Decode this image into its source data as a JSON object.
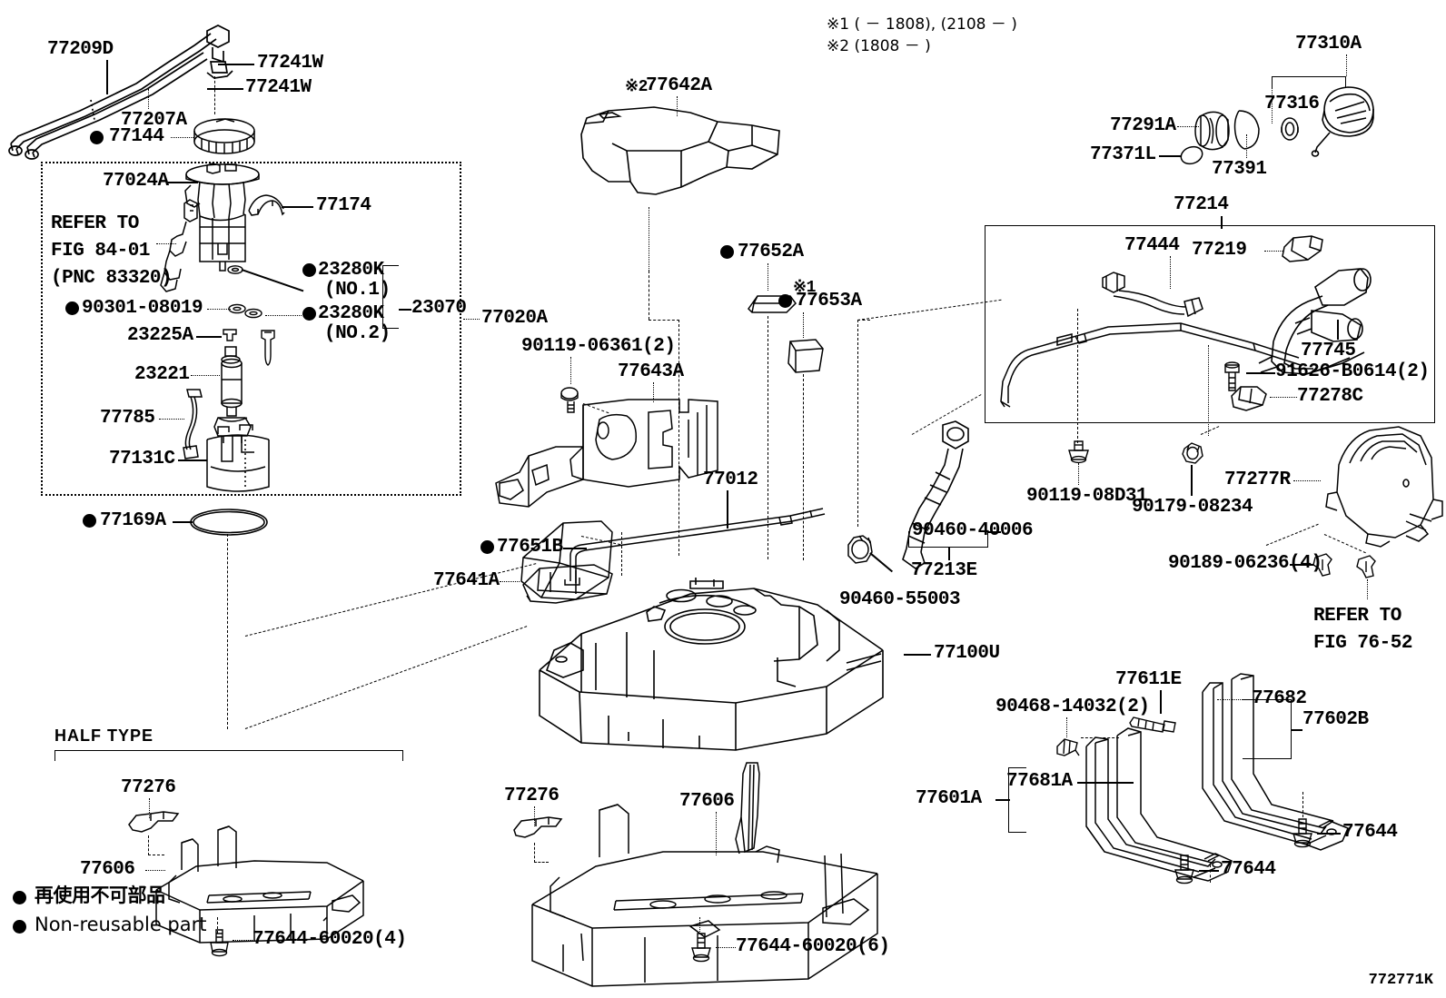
{
  "figure": {
    "code": "772771K",
    "notes": [
      "※1 (    － 1808), (2108 －    )",
      "※2 (1808 －    )"
    ]
  },
  "legend": {
    "japanese": "再使用不可部品",
    "english": "Non-reusable part"
  },
  "groups": {
    "pump_panel_title": "23070",
    "pump_assy": "77020A",
    "half_type": "HALF TYPE",
    "band_group": "77601A",
    "band_group_b": "77602B"
  },
  "refs": {
    "fig84": "REFER TO\nFIG 84-01\n(PNC 83320)",
    "fig76": "REFER TO\nFIG 76-52"
  },
  "labels": {
    "l77209D": "77209D",
    "l77241W_1": "77241W",
    "l77241W_2": "77241W",
    "l77207A": "77207A",
    "l77144": "77144",
    "l77024A": "77024A",
    "l77174": "77174",
    "l23280K_1": "23280K",
    "l23280K_1sub": "(NO.1)",
    "l23280K_2": "23280K",
    "l23280K_2sub": "(NO.2)",
    "l90301": "90301-08019",
    "l23225A": "23225A",
    "l23221": "23221",
    "l77785": "77785",
    "l77131C": "77131C",
    "l77169A": "77169A",
    "l23070": "23070",
    "l77020A": "77020A",
    "l77642A": "77642A",
    "l77642A_mark": "※2",
    "l77652A": "77652A",
    "l77653A": "77653A",
    "l77653A_mark": "※1",
    "l90119_06361": "90119-06361(2)",
    "l77643A": "77643A",
    "l77012": "77012",
    "l77651B": "77651B",
    "l77641A": "77641A",
    "l90460_40006": "90460-40006",
    "l77213E": "77213E",
    "l90460_55003": "90460-55003",
    "l77100U": "77100U",
    "l77310A": "77310A",
    "l77316": "77316",
    "l77291A": "77291A",
    "l77371L": "77371L",
    "l77391": "77391",
    "l77214": "77214",
    "l77444": "77444",
    "l77219": "77219",
    "l77745": "77745",
    "l91626": "91626-B0614(2)",
    "l77278C": "77278C",
    "l90119_08D31": "90119-08D31",
    "l90179_08234": "90179-08234",
    "l77277R": "77277R",
    "l90189_06236": "90189-06236(4)",
    "l77276_top": "77276",
    "l77606_top": "77606",
    "l77644_60020_4": "77644-60020(4)",
    "l77276_mid": "77276",
    "l77606_mid": "77606",
    "l77644_60020_6": "77644-60020(6)",
    "l77611E": "77611E",
    "l90468": "90468-14032(2)",
    "l77682": "77682",
    "l77602B": "77602B",
    "l77681A": "77681A",
    "l77601A": "77601A",
    "l77644_r": "77644",
    "l77644_l": "77644"
  },
  "colors": {
    "ink": "#000000",
    "paper": "#ffffff"
  }
}
